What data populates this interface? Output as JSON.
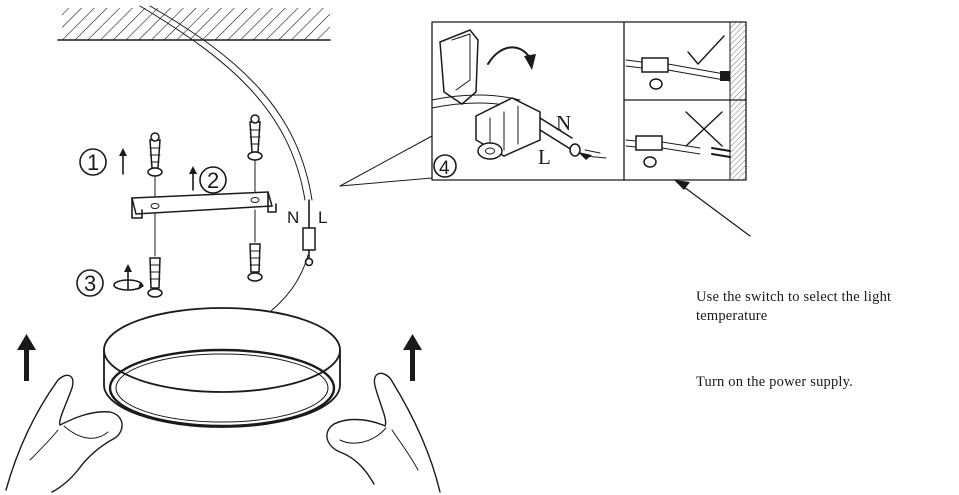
{
  "steps": {
    "one": "1",
    "two": "2",
    "three": "3",
    "four": "4"
  },
  "wire_labels": {
    "neutral": "N",
    "live": "L"
  },
  "detail_labels": {
    "neutral": "N",
    "live": "L"
  },
  "instructions": {
    "select_temperature": "Use the switch to select the light\n temperature",
    "power_on": "Turn on the power supply."
  },
  "icons": {
    "correct": "check-mark-icon",
    "incorrect": "cross-mark-icon"
  }
}
